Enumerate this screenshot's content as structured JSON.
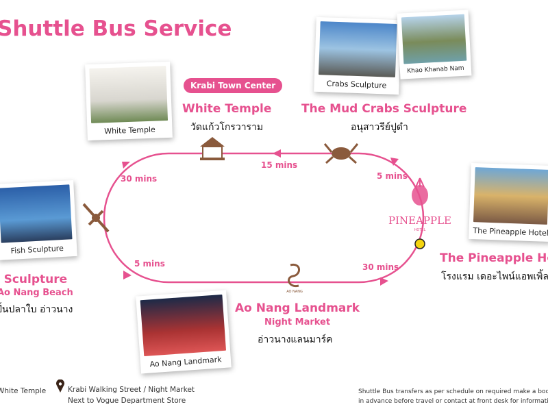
{
  "title": "Shuttle Bus Service",
  "accent_color": "#e6518f",
  "stops": {
    "white_temple": {
      "name": "White Temple",
      "thai": "วัดแก้วโกรวาราม",
      "badge": "Krabi Town Center",
      "photo_caption": "White Temple"
    },
    "mud_crabs": {
      "name": "The Mud Crabs Sculpture",
      "thai": "อนุสาวรีย์ปูดำ",
      "photo_caption": "Crabs Sculpture",
      "photo_caption_2": "Khao Khanab Nam"
    },
    "pineapple": {
      "name": "The Pineapple Hotel",
      "thai": "โรงแรม เดอะไพน์แอพเพิ้ล",
      "photo_caption": "The Pineapple Hotel",
      "logo_text": "THE PINEAPPLE HOTEL"
    },
    "ao_nang_landmark": {
      "name": "Ao Nang Landmark",
      "sub": "Night Market",
      "thai": "อ่าวนางแลนมาร์ค",
      "photo_caption": "Ao Nang Landmark",
      "logo_text": "AO NANG LANDMARK"
    },
    "fish": {
      "name": "Fish Sculpture",
      "sub": "Ao Nang Beach",
      "thai": "ปั้นปลาใบ อ่าวนาง",
      "photo_caption": "Fish Sculpture"
    }
  },
  "durations": {
    "crab_to_temple": "15 mins",
    "hotel_to_crab": "5 mins",
    "temple_to_fish": "30 mins",
    "fish_to_landmark": "5 mins",
    "landmark_to_hotel": "30 mins"
  },
  "footer": {
    "left": "White Temple",
    "location_line1": "Krabi Walking Street / Night Market",
    "location_line2": "Next to Vogue Department Store",
    "note_line1": "Shuttle Bus transfers as per schedule on required make a booking",
    "note_line2": "in advance before travel or contact at front desk for information"
  }
}
